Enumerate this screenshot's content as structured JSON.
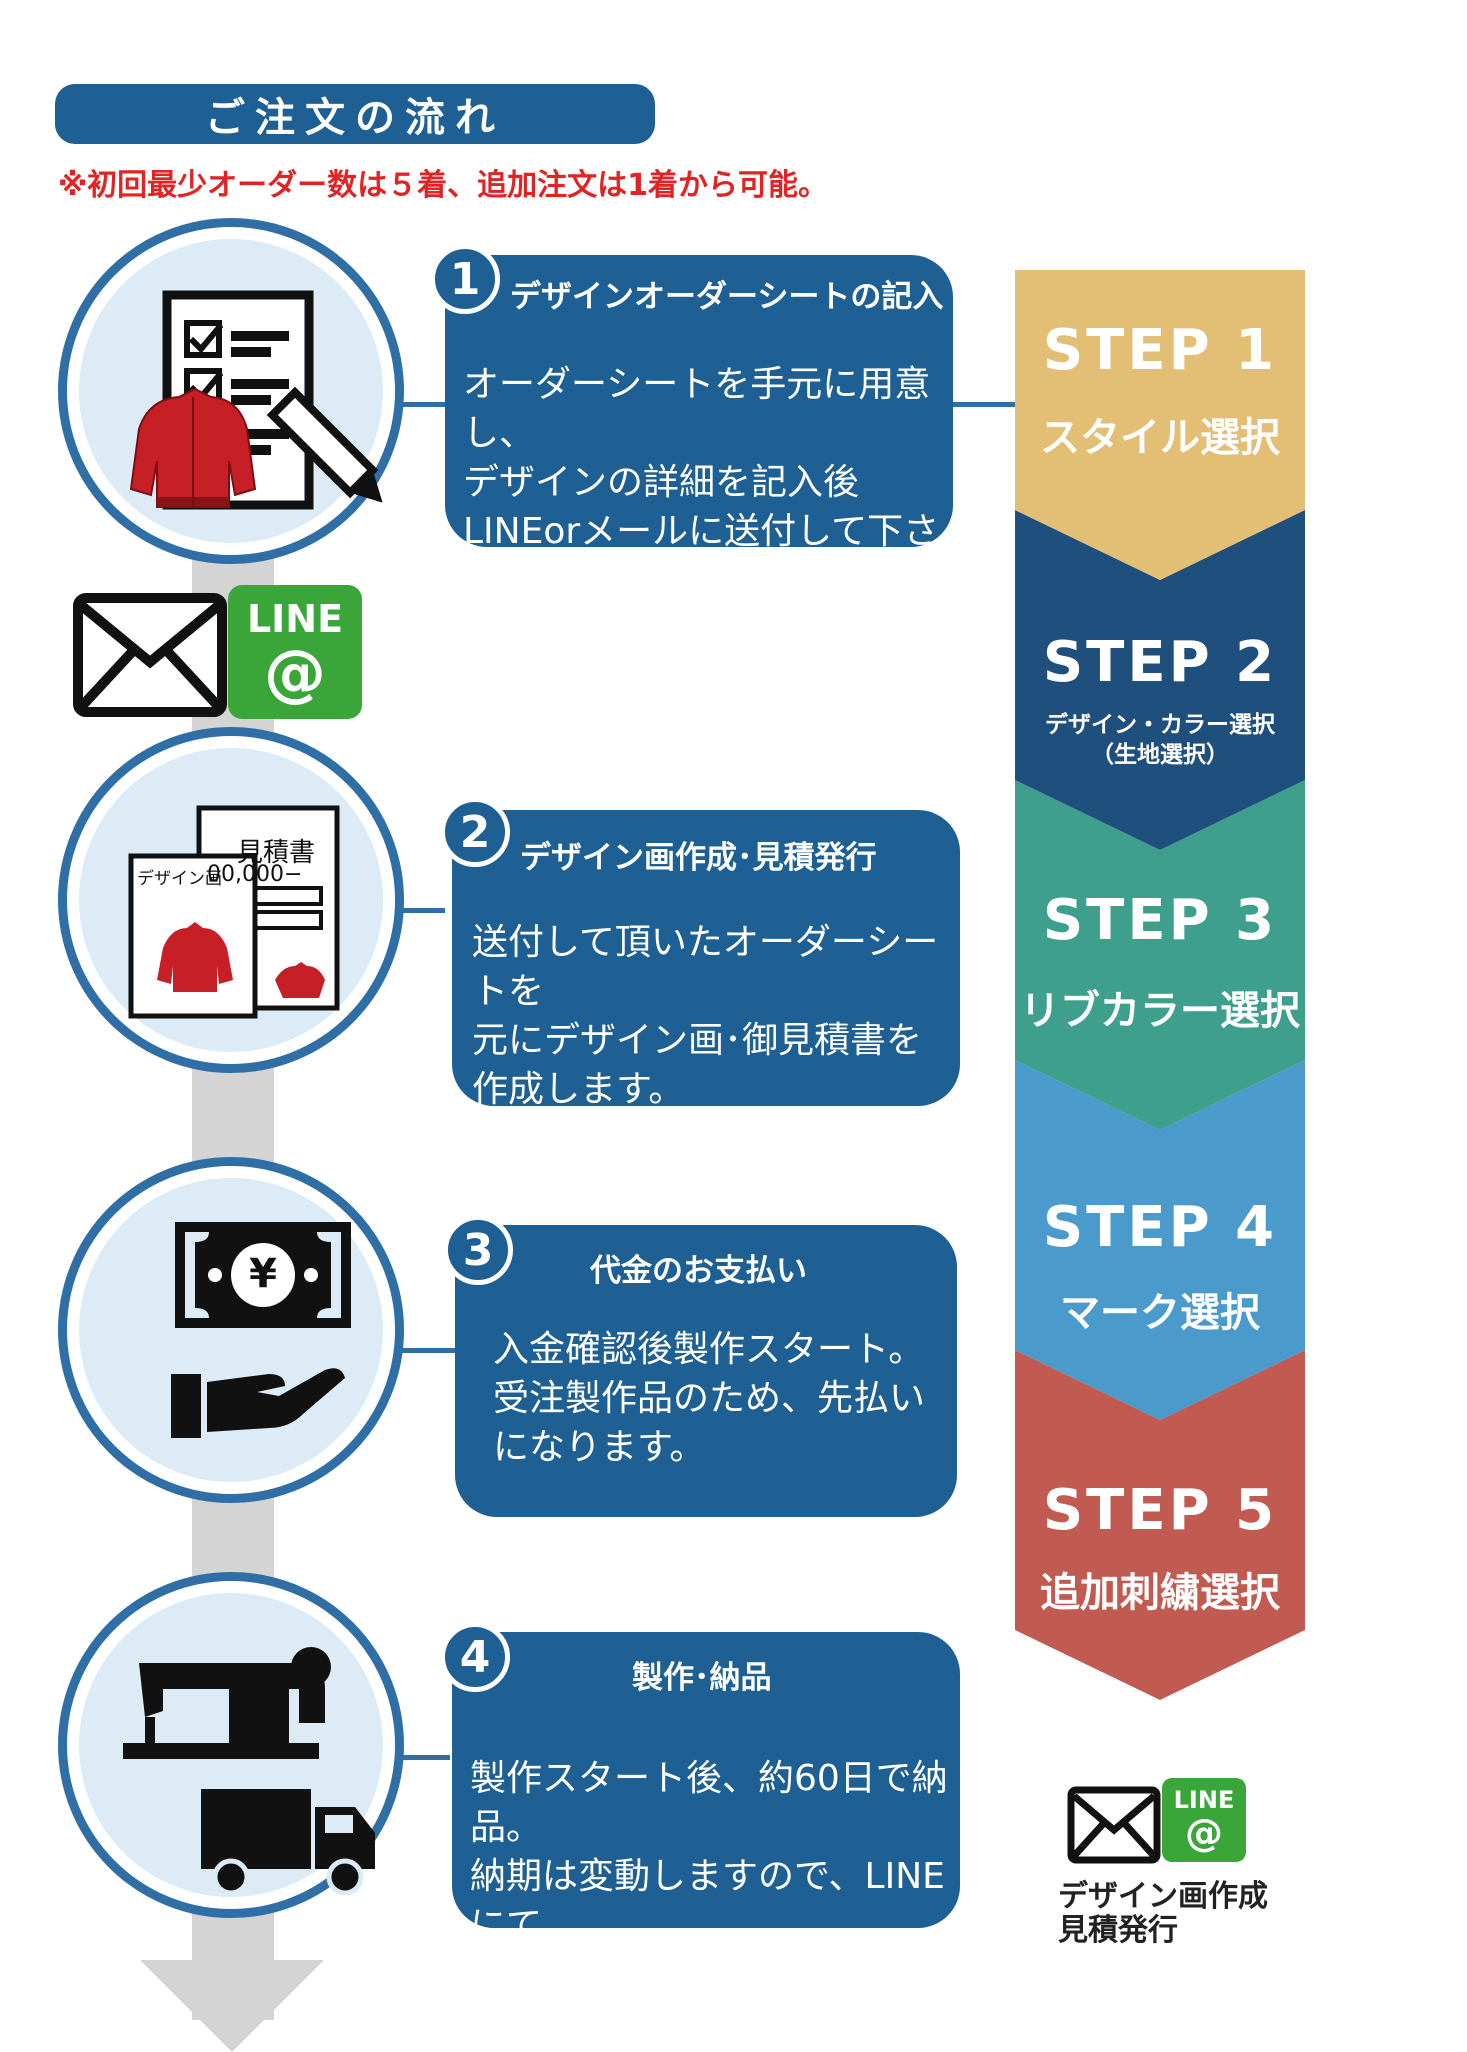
{
  "header": {
    "title": "ご注文の流れ",
    "notice": "※初回最少オーダー数は５着、追加注文は1着から可能。"
  },
  "flow": [
    {
      "number": "1",
      "title": "デザインオーダーシートの記入",
      "body": "オーダーシートを手元に用意し、\nデザインの詳細を記入後\nLINEorメールに送付して下さい。",
      "icon": "order-sheet-icon"
    },
    {
      "number": "2",
      "title": "デザイン画作成･見積発行",
      "body": "送付して頂いたオーダーシートを\n元にデザイン画･御見積書を\n作成します。",
      "icon": "design-estimate-icon",
      "doc_labels": {
        "estimate": "見積書",
        "amount": "00,000−",
        "design": "デザイン画"
      }
    },
    {
      "number": "3",
      "title": "代金のお支払い",
      "body": "入金確認後製作スタート。\n受注製作品のため、先払い\nになります。",
      "icon": "payment-icon",
      "currency_symbol": "¥"
    },
    {
      "number": "4",
      "title": "製作･納品",
      "body": "製作スタート後、約60日で納品。\n納期は変動しますので、LINEにて\nお問い合わせください。",
      "icon": "sewing-delivery-icon"
    }
  ],
  "contact_badge": {
    "line_top": "LINE",
    "line_bottom": "@"
  },
  "steps": [
    {
      "label": "STEP 1",
      "desc": "スタイル選択",
      "color": "#e2bf74"
    },
    {
      "label": "STEP 2",
      "desc": "デザイン・カラー選択",
      "desc2": "（生地選択）",
      "color": "#1f4f7d"
    },
    {
      "label": "STEP 3",
      "desc": "リブカラー選択",
      "color": "#3f9f8d"
    },
    {
      "label": "STEP 4",
      "desc": "マーク選択",
      "color": "#4a9bcb"
    },
    {
      "label": "STEP 5",
      "desc": "追加刺繍選択",
      "color": "#c15b52"
    }
  ],
  "bottom_contact": {
    "line_top": "LINE",
    "line_bottom": "@",
    "caption": "デザイン画作成\n見積発行"
  },
  "colors": {
    "primary": "#1e5f94",
    "circle_border": "#2f6fa5",
    "notice": "#e02424",
    "line_green": "#3aa639",
    "spine": "#d4d4d4"
  }
}
